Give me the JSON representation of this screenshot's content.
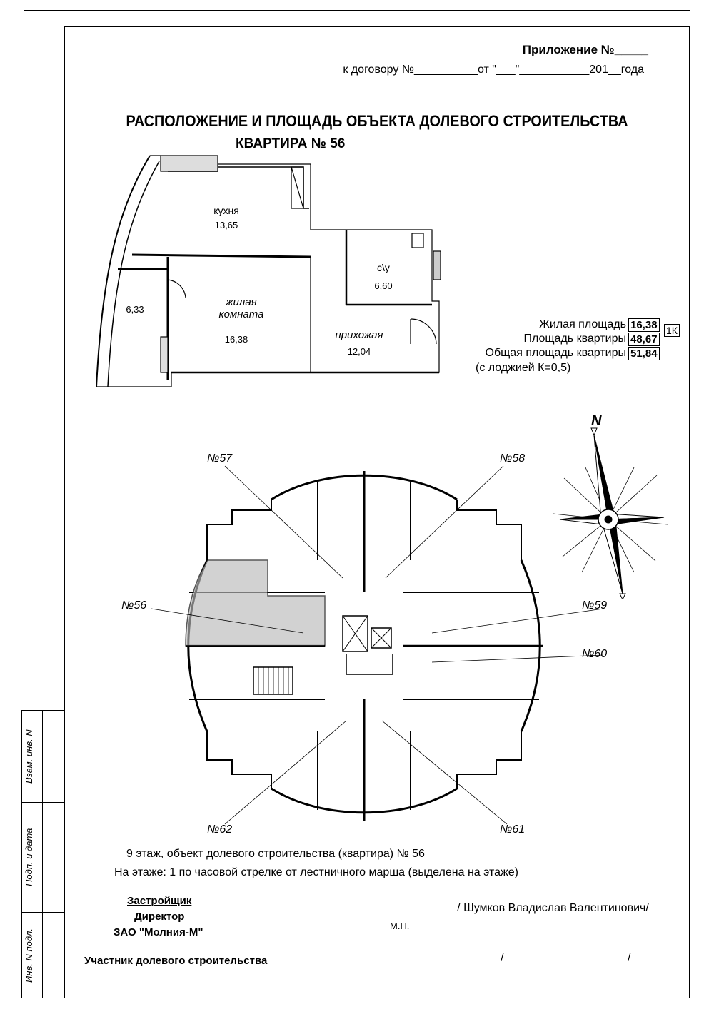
{
  "header": {
    "appendix": "Приложение №_____",
    "contract_line": "к договору №__________от \"___\"___________201__года"
  },
  "title": "РАСПОЛОЖЕНИЕ И ПЛОЩАДЬ ОБЪЕКТА ДОЛЕВОГО СТРОИТЕЛЬСТВА",
  "apartment_label": "КВАРТИРА № 56",
  "rooms": [
    {
      "name": "кухня",
      "area": "13,65"
    },
    {
      "name": "с\\у",
      "area": "6,60"
    },
    {
      "name": "жилая комната",
      "area": "16,38"
    },
    {
      "name": "прихожая",
      "area": "12,04"
    },
    {
      "name": "",
      "area": "6,33"
    }
  ],
  "room_name_lines": {
    "living_1": "жилая",
    "living_2": "комната"
  },
  "areas": {
    "living_label": "Жилая площадь",
    "living_value": "16,38",
    "room_type": "1К",
    "apartment_label": "Площадь квартиры",
    "apartment_value": "48,67",
    "total_label": "Общая площадь квартиры",
    "total_value": "51,84",
    "loggia_note": "(с лоджией К=0,5)"
  },
  "compass_letter": "N",
  "floor_plan_labels": [
    "№57",
    "№58",
    "№56",
    "№59",
    "№60",
    "№62",
    "№61"
  ],
  "floor_info": "9 этаж, объект долевого строительства (квартира) № 56",
  "floor_position": "На этаже:  1 по часовой стрелке от лестничного марша (выделена на этаже)",
  "developer": {
    "label": "Застройщик",
    "position": "Директор",
    "company": "ЗАО \"Молния-М\"",
    "signature_line": "__________________/ Шумков Владислав Валентинович/",
    "seal": "М.П."
  },
  "participant": {
    "label": "Участник долевого строительства",
    "signature_line": "___________________/___________________ /"
  },
  "stamp_labels": [
    "Взам. инв. N",
    "Подп. и дата",
    "Инв. N подл."
  ]
}
